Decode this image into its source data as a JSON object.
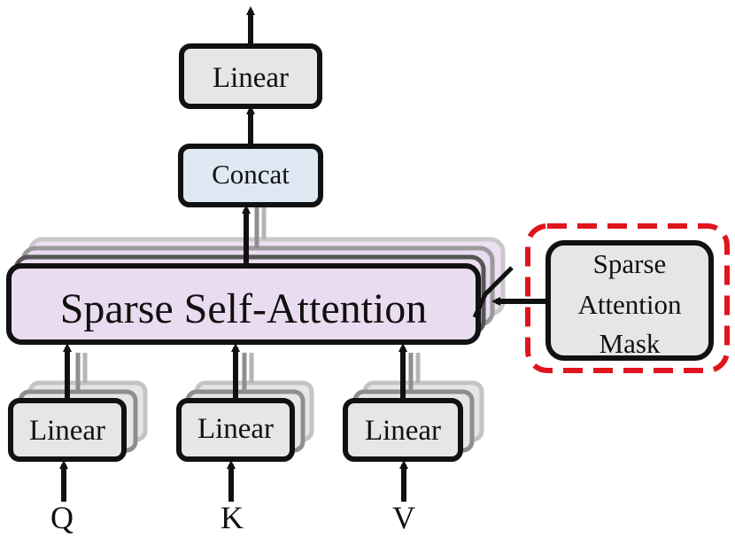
{
  "diagram": {
    "output_linear": "Linear",
    "concat": "Concat",
    "attention": "Sparse Self-Attention",
    "mask_lines": [
      "Sparse",
      "Attention",
      "Mask"
    ],
    "input_linears": [
      "Linear",
      "Linear",
      "Linear"
    ],
    "inputs": [
      "Q",
      "K",
      "V"
    ]
  },
  "colors": {
    "attention_fill": "#eadcf0",
    "concat_fill": "#dde8f3",
    "gray_box_fill": "#e6e6e6",
    "mask_border": "#e0141c",
    "stroke": "#111111"
  }
}
